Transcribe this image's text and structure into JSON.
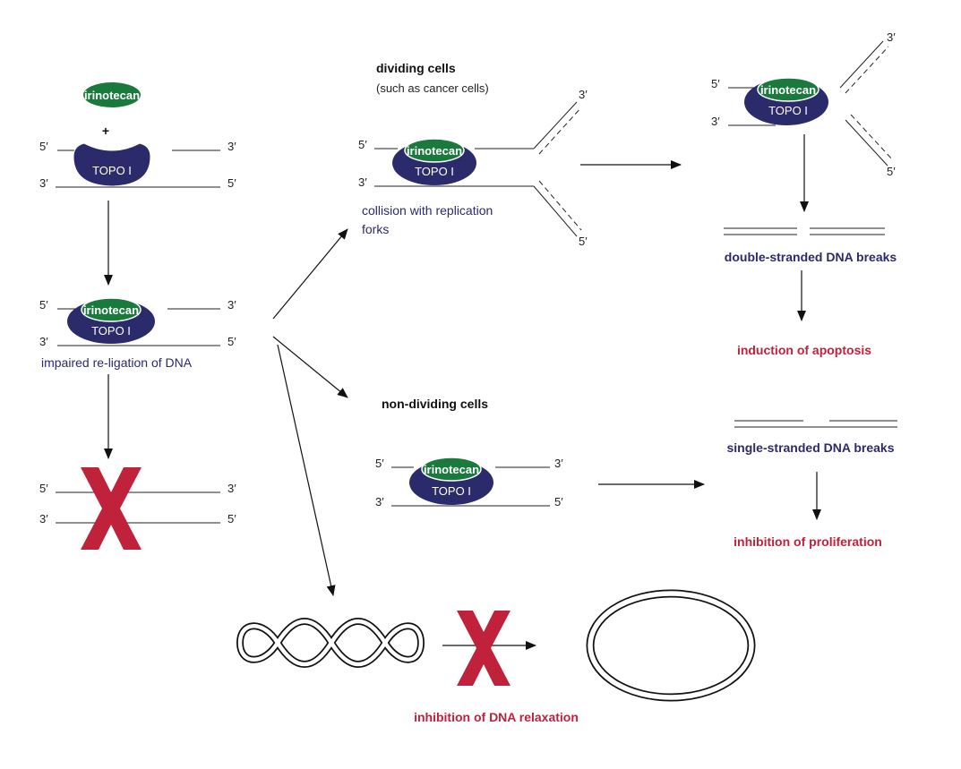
{
  "colors": {
    "topo": "#2b2a6b",
    "drug": "#1a7a3e",
    "red_x": "#c0223b",
    "outcome": "#c0223b",
    "navy_text": "#2b2a6b"
  },
  "ends": {
    "five": "5′",
    "three": "3′"
  },
  "plus": "+",
  "free_drug_label": "irinotecan",
  "complex": {
    "drug": "irinotecan",
    "enzyme": "TOPO I"
  },
  "impaired_label": "impaired re-ligation of DNA",
  "dividing": {
    "title": "dividing cells",
    "subtitle": "(such as cancer cells)",
    "collision_line1": "collision with replication",
    "collision_line2": "forks"
  },
  "non_dividing": {
    "title": "non-dividing cells"
  },
  "outcomes": {
    "double_break": "double-stranded DNA breaks",
    "apoptosis": "induction of apoptosis",
    "single_break": "single-stranded DNA breaks",
    "proliferation": "inhibition of proliferation",
    "relaxation": "inhibition of DNA relaxation"
  }
}
